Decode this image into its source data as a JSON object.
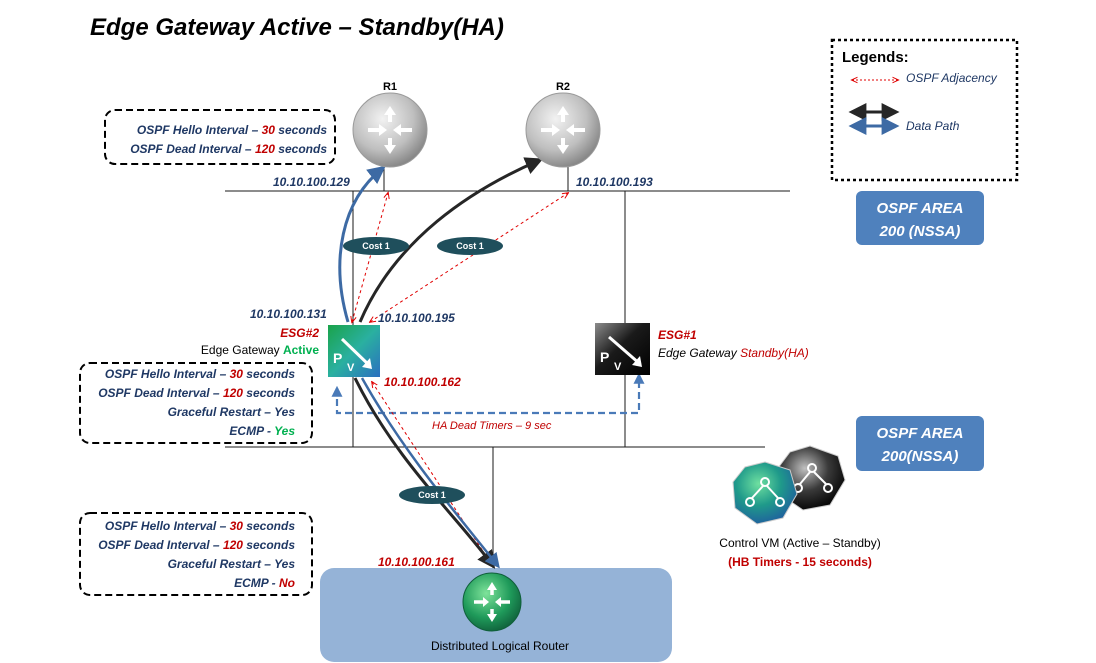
{
  "title": "Edge Gateway Active –  Standby(HA)",
  "legend": {
    "heading": "Legends:",
    "ospf_adjacency": "OSPF Adjacency",
    "data_path": "Data Path"
  },
  "areas": {
    "top": [
      "OSPF AREA",
      "200 (NSSA)"
    ],
    "bottom": [
      "OSPF AREA",
      "200(NSSA)"
    ]
  },
  "routers": {
    "r1": "R1",
    "r2": "R2"
  },
  "ips": {
    "r1": "10.10.100.129",
    "r2": "10.10.100.193",
    "esg2_uplink1": "10.10.100.131",
    "esg2_uplink2": "10.10.100.195",
    "esg2_internal": "10.10.100.162",
    "dlr": "10.10.100.161"
  },
  "costs": {
    "esg_r1": "Cost 1",
    "esg_r2": "Cost 1",
    "esg_dlr": "Cost 1"
  },
  "esg2": {
    "name": "ESG#2",
    "label": "Edge Gateway ",
    "state": "Active"
  },
  "esg1": {
    "name": "ESG#1",
    "label": "Edge Gateway ",
    "state": "Standby(HA)"
  },
  "ha_dead_timers": "HA Dead Timers – 9 sec",
  "box_top": [
    {
      "key": "OSPF Hello Interval",
      "sep": " – ",
      "val": "30",
      "suffix": " seconds"
    },
    {
      "key": "OSPF Dead Interval",
      "sep": " – ",
      "val": "120",
      "suffix": " seconds"
    }
  ],
  "box_esg": [
    {
      "key": "OSPF Hello Interval",
      "sep": " – ",
      "val": "30",
      "suffix": " seconds"
    },
    {
      "key": "OSPF Dead Interval",
      "sep": " – ",
      "val": "120",
      "suffix": " seconds"
    },
    {
      "key": "Graceful Restart",
      "sep": " – ",
      "val": "",
      "suffix": "Yes"
    },
    {
      "key": "ECMP",
      "sep": " - ",
      "val": "Yes",
      "suffix": ""
    }
  ],
  "box_dlr": [
    {
      "key": "OSPF Hello Interval",
      "sep": " – ",
      "val": "30",
      "suffix": " seconds"
    },
    {
      "key": "OSPF Dead Interval",
      "sep": " – ",
      "val": "120",
      "suffix": " seconds"
    },
    {
      "key": "Graceful Restart",
      "sep": " – ",
      "val": "",
      "suffix": "Yes"
    },
    {
      "key": "ECMP",
      "sep": " - ",
      "val": "No",
      "suffix": ""
    }
  ],
  "control_vm": {
    "label": "Control VM (Active – Standby)",
    "hb": "(HB Timers - 15 seconds)"
  },
  "dlr_label": "Distributed Logical Router",
  "colors": {
    "red": "#c00000",
    "green": "#00b050",
    "blue_line": "#3d6aa4",
    "navy_text": "#1f3864",
    "area_fill": "#4f81bd",
    "dlr_fill": "#95b3d7"
  }
}
